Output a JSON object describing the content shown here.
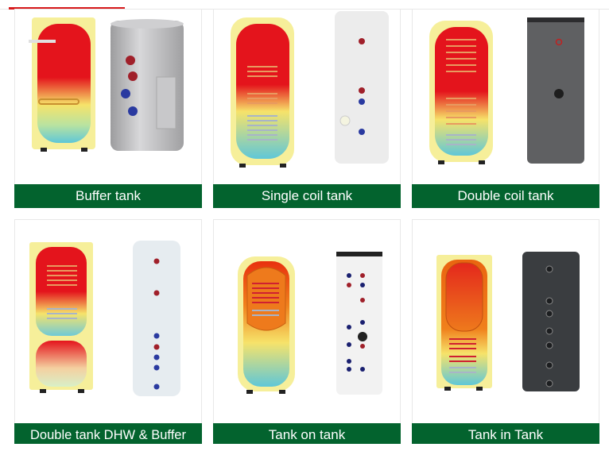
{
  "header": {
    "accent_color": "#d7191c"
  },
  "products": [
    {
      "label": "Buffer tank",
      "diagram": "buffer-tank-diagram",
      "photo": "silver-tank-photo",
      "tank_color": "#b8b8ba"
    },
    {
      "label": "Single coil tank",
      "diagram": "single-coil-tank-diagram",
      "photo": "white-tank-photo",
      "tank_color": "#ededed"
    },
    {
      "label": "Double coil tank",
      "diagram": "double-coil-tank-diagram",
      "photo": "grey-tank-photo",
      "tank_color": "#5f6062"
    },
    {
      "label": "Double tank DHW & Buffer",
      "diagram": "double-tank-diagram",
      "photo": "white-tank-photo",
      "tank_color": "#e6ecf0"
    },
    {
      "label": "Tank on tank",
      "diagram": "tank-on-tank-diagram",
      "photo": "white-tank-photo",
      "tank_color": "#f2f2f2"
    },
    {
      "label": "Tank in Tank",
      "diagram": "tank-in-tank-diagram",
      "photo": "dark-tank-photo",
      "tank_color": "#3a3d40"
    }
  ],
  "colors": {
    "label_bg": "#03632e",
    "label_text": "#ffffff",
    "card_border": "#e8e8e8"
  }
}
